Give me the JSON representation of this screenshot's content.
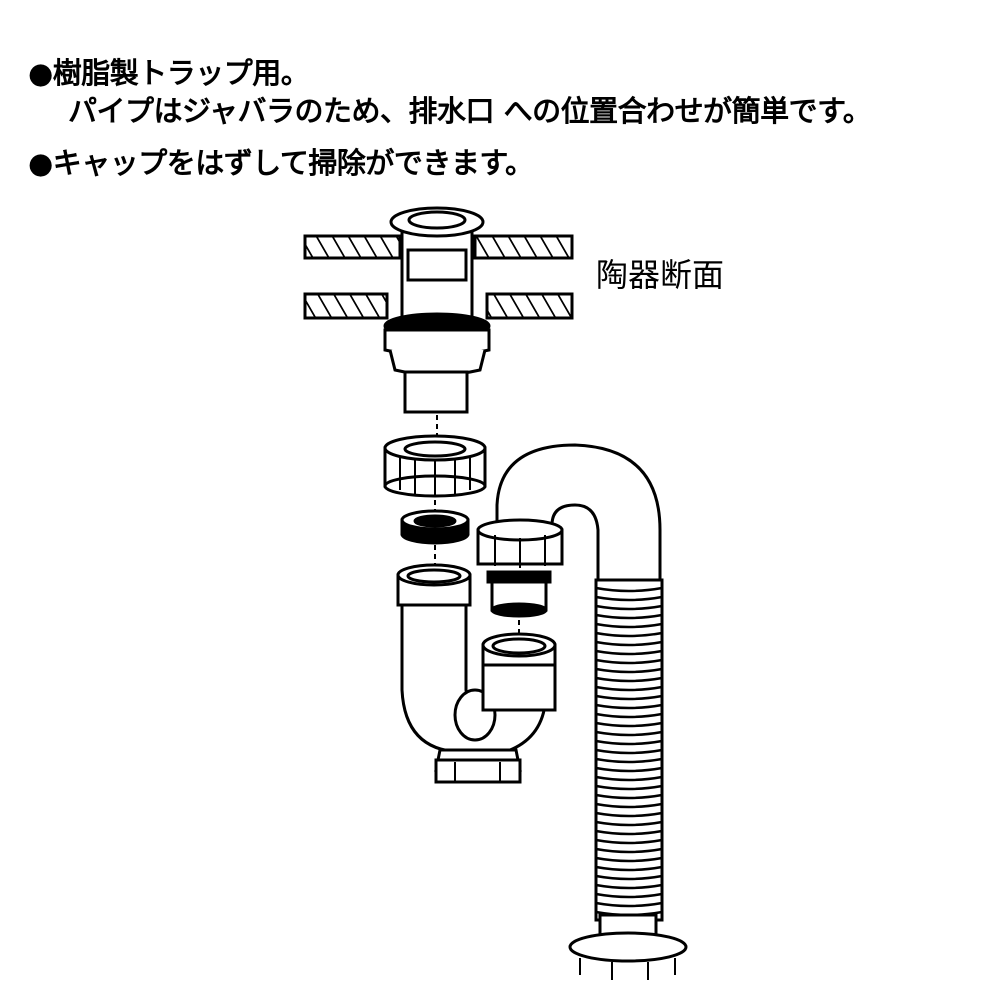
{
  "bullets": [
    "●樹脂製トラップ用。",
    "パイプはジャバラのため、排水口 への位置合わせが簡単です。",
    "●キャップをはずして掃除ができます。"
  ],
  "diagram": {
    "ceramic_label": "陶器断面"
  }
}
